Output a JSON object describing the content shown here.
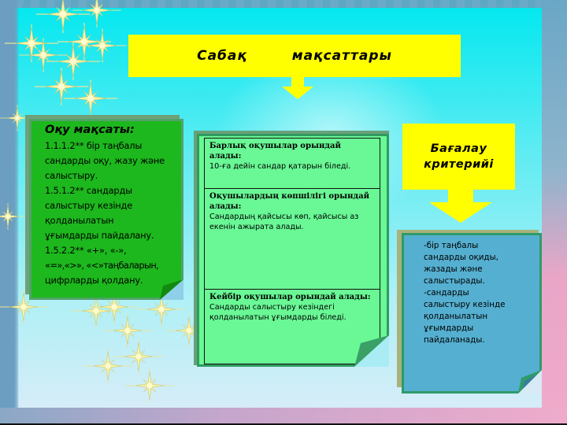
{
  "slide": {
    "title": "Сабақ   мақсаттары",
    "learning_objectives": {
      "heading": "Оқу мақсаты:",
      "lines": [
        "1.1.1.2** бір таңбалы",
        "сандарды оқу, жазу және",
        "салыстыру.",
        "1.5.1.2** сандарды",
        "салыстыру кезінде",
        "қолданылатын",
        "ұғымдарды пайдалану.",
        "1.5.2.2** «+», «-»,",
        "«=»,«>», «<»таңбаларын,",
        "цифрларды қолдану."
      ]
    },
    "outcomes": [
      {
        "heading": "Барлық оқушылар орындай алады:",
        "body": "10-ға дейін сандар қатарын біледі."
      },
      {
        "heading": "Оқушылардың көпшілігі орындай алады:",
        "body": "Сандардың қайсысы көп, қайсысы аз екенін ажырата алады."
      },
      {
        "heading": "Кейбір оқушылар орындай алады:",
        "body": "Сандарды салыстыру кезіндегі қолданылатын ұғымдарды біледі."
      }
    ],
    "criteria": {
      "heading_line1": "Бағалау",
      "heading_line2": "критерийі",
      "lines": [
        "-бір таңбалы",
        "сандарды оқиды,",
        "жазады және",
        "салыстырады.",
        "-сандарды",
        "салыстыру кезінде",
        "қолданылатын",
        "ұғымдарды",
        "пайдаланады."
      ]
    },
    "colors": {
      "banner_yellow": "#ffff00",
      "objectives_green": "#1db81d",
      "outcomes_green": "#69f895",
      "criteria_blue": "#55afd0",
      "background_cyan": "#00e7ef"
    }
  }
}
